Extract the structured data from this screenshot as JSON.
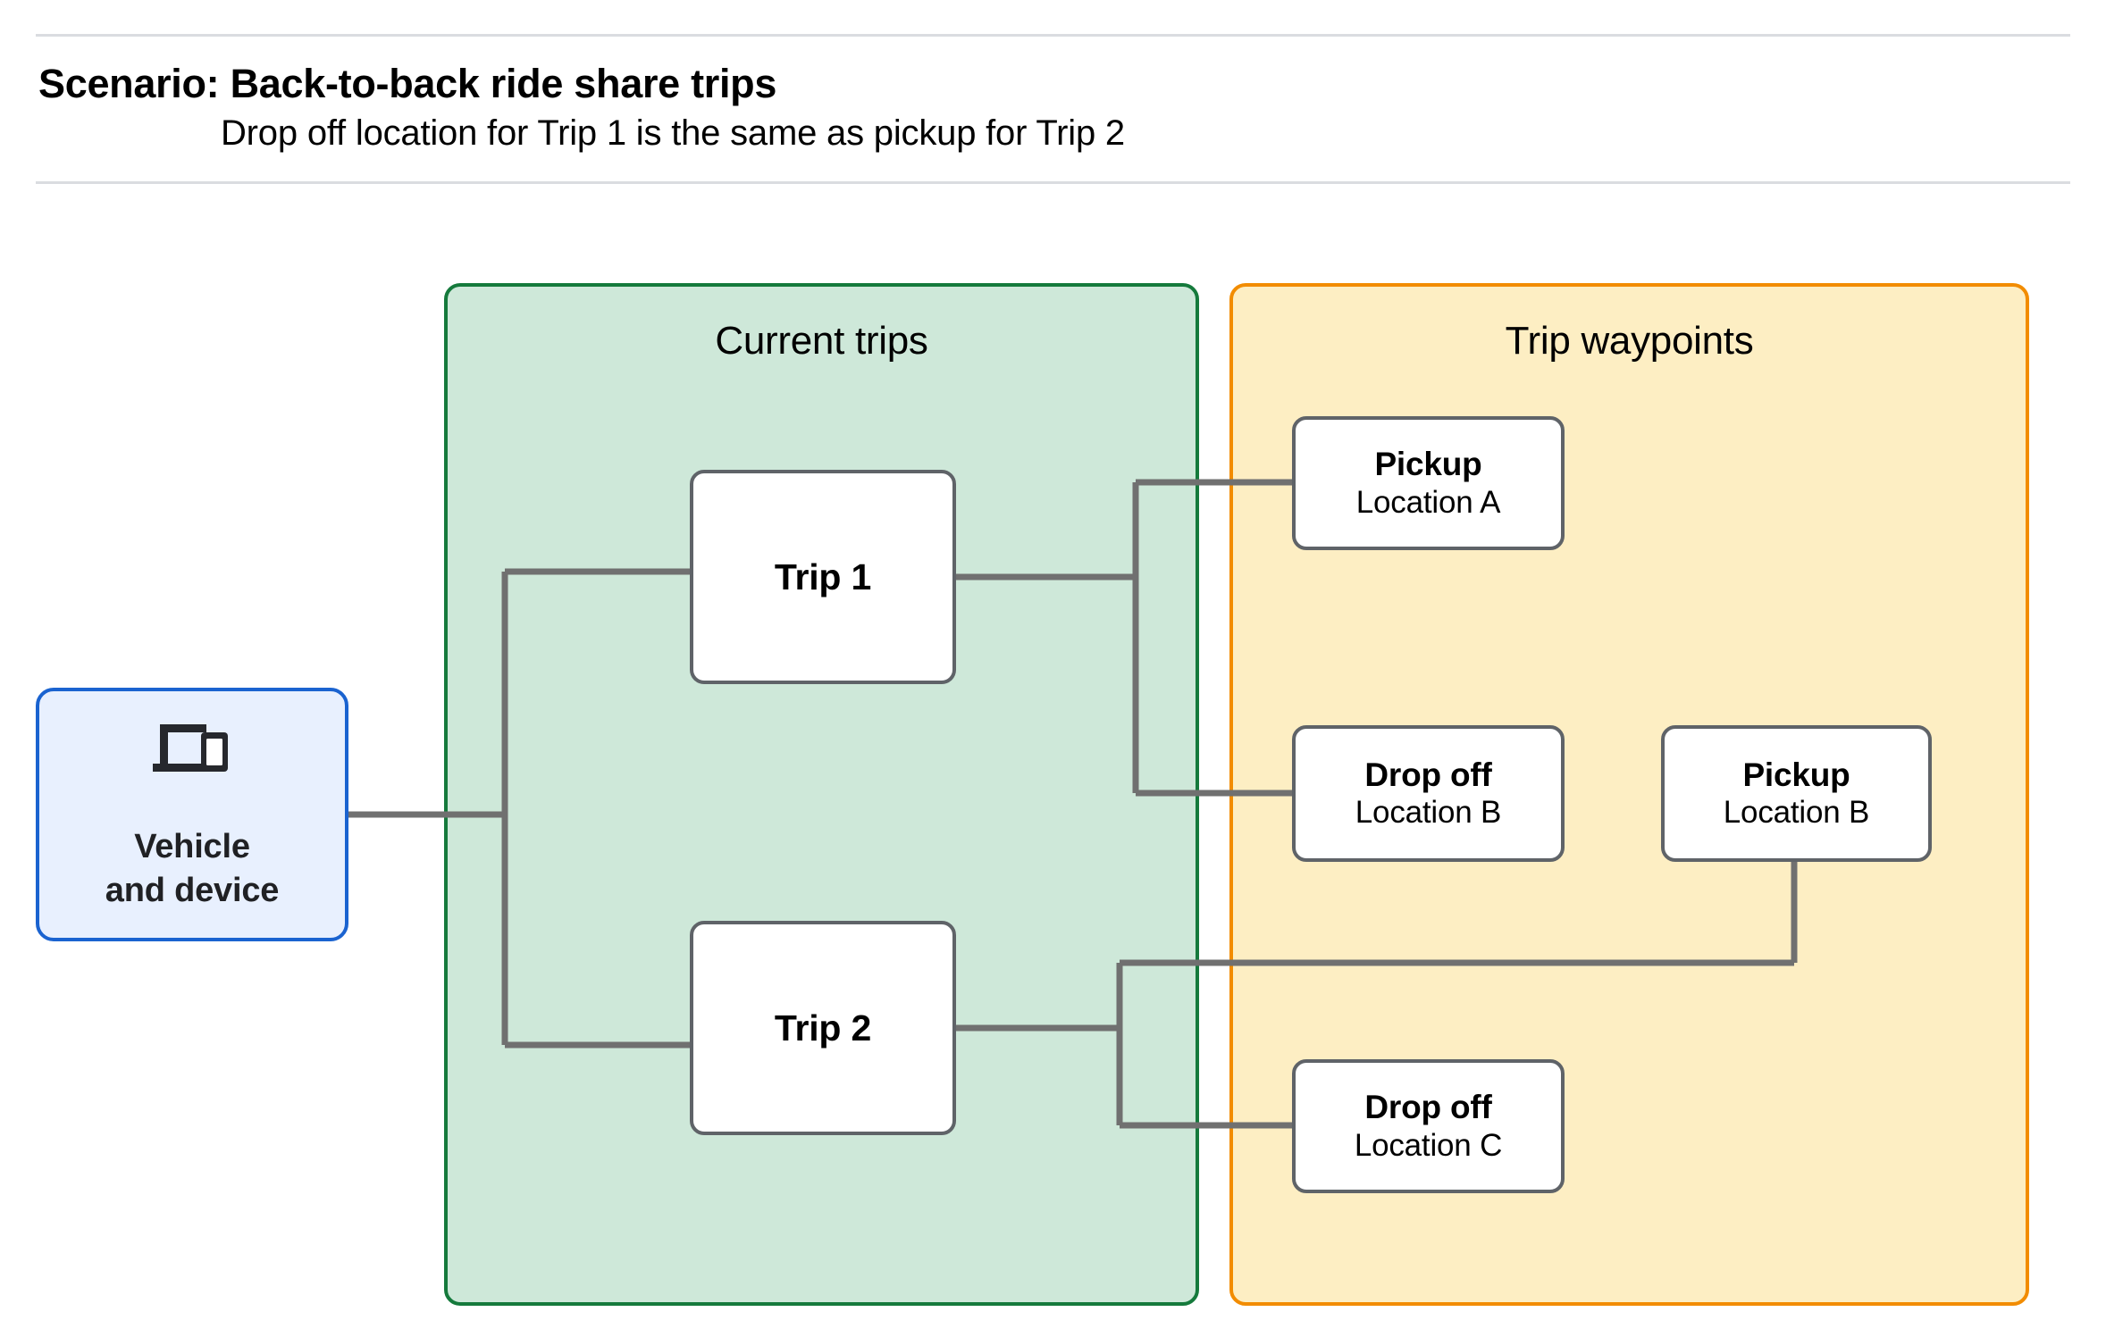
{
  "header": {
    "title": "Scenario: Back-to-back ride share trips",
    "subtitle": "Drop off  location for Trip 1 is the same as pickup for Trip 2"
  },
  "panels": {
    "current_trips": {
      "title": "Current trips",
      "fill": "#cee8d9",
      "border": "#157a3c"
    },
    "trip_waypoints": {
      "title": "Trip waypoints",
      "fill": "#fdeec3",
      "border": "#f28c00"
    }
  },
  "nodes": {
    "vehicle": {
      "icon": "devices-icon",
      "line1": "Vehicle",
      "line2": "and device",
      "fill": "#e8f0fe",
      "border": "#1a63d0"
    },
    "trip1": {
      "label": "Trip 1"
    },
    "trip2": {
      "label": "Trip 2"
    },
    "waypoints": [
      {
        "head": "Pickup",
        "sub": "Location A"
      },
      {
        "head": "Drop off",
        "sub": "Location B"
      },
      {
        "head": "Pickup",
        "sub": "Location B"
      },
      {
        "head": "Drop off",
        "sub": "Location C"
      }
    ]
  },
  "connector_color": "#707070"
}
